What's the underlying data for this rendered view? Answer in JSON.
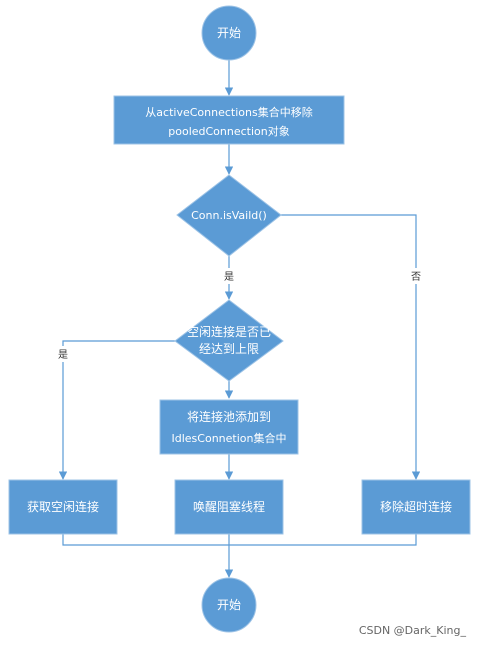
{
  "diagram": {
    "nodes": {
      "start": "开始",
      "remove_active": [
        "从activeConnections集合中移除",
        "pooledConnection对象"
      ],
      "is_valid": "Conn.isVaild()",
      "idle_limit": [
        "空闲连接是否已",
        "经达到上限"
      ],
      "add_idles": [
        "将连接池添加到",
        "IdlesConnetion集合中"
      ],
      "get_idle": "获取空闲连接",
      "wake_blocked": "唤醒阻塞线程",
      "remove_timeout": "移除超时连接",
      "end": "开始"
    },
    "edge_labels": {
      "valid_yes": "是",
      "valid_no": "否",
      "limit_yes": "是"
    },
    "colors": {
      "node_fill": "#5b9bd5",
      "node_stroke": "#9dc3e6",
      "edge": "#5b9bd5",
      "text": "#ffffff"
    }
  },
  "watermark": "CSDN @Dark_King_"
}
